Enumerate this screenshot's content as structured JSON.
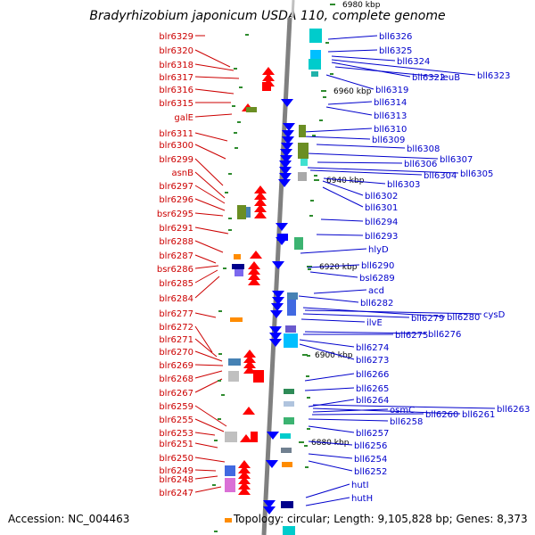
{
  "title": "Bradyrhizobium japonicum USDA 110, complete genome",
  "footer": {
    "accession": "Accession: NC_004463",
    "summary": "Topology: circular; Length: 9,105,828 bp; Genes: 8,373"
  },
  "colors": {
    "forward_label": "#cc0000",
    "reverse_label": "#0000cc",
    "forward_gene": "#ff0000",
    "reverse_gene": "#0000ff",
    "axis": "#808080"
  },
  "kbp_marks": [
    "6980 kbp",
    "6960 kbp",
    "6940 kbp",
    "6920 kbp",
    "6900 kbp",
    "6880 kbp"
  ],
  "left_labels": [
    "blr6329",
    "blr6320",
    "blr6318",
    "blr6317",
    "blr6316",
    "blr6315",
    "galE",
    "blr6311",
    "blr6300",
    "blr6299",
    "asnB",
    "blr6297",
    "blr6296",
    "bsr6295",
    "blr6291",
    "blr6288",
    "blr6287",
    "bsr6286",
    "blr6285",
    "blr6284",
    "blr6277",
    "blr6272",
    "blr6271",
    "blr6270",
    "blr6269",
    "blr6268",
    "blr6267",
    "blr6259",
    "blr6255",
    "blr6253",
    "blr6251",
    "blr6250",
    "blr6249",
    "blr6248",
    "blr6247"
  ],
  "right_labels": [
    "bll6326",
    "bll6325",
    "bll6324",
    "bll6323",
    "bll6322",
    "leuB",
    "bll6319",
    "bll6314",
    "bll6313",
    "bll6310",
    "bll6309",
    "bll6308",
    "bll6307",
    "bll6306",
    "bll6305",
    "bll6304",
    "bll6303",
    "bll6302",
    "bll6301",
    "bll6294",
    "bll6293",
    "hlyD",
    "bll6290",
    "bsl6289",
    "acd",
    "bll6282",
    "bll6280",
    "cysD",
    "bll6279",
    "ilvE",
    "bll6276",
    "bll6275",
    "bll6274",
    "bll6273",
    "bll6266",
    "bll6265",
    "bll6264",
    "bll6263",
    "bll6261",
    "osmC",
    "bll6260",
    "bll6258",
    "bll6257",
    "bll6256",
    "bll6254",
    "bll6252",
    "hutI",
    "hutH"
  ]
}
